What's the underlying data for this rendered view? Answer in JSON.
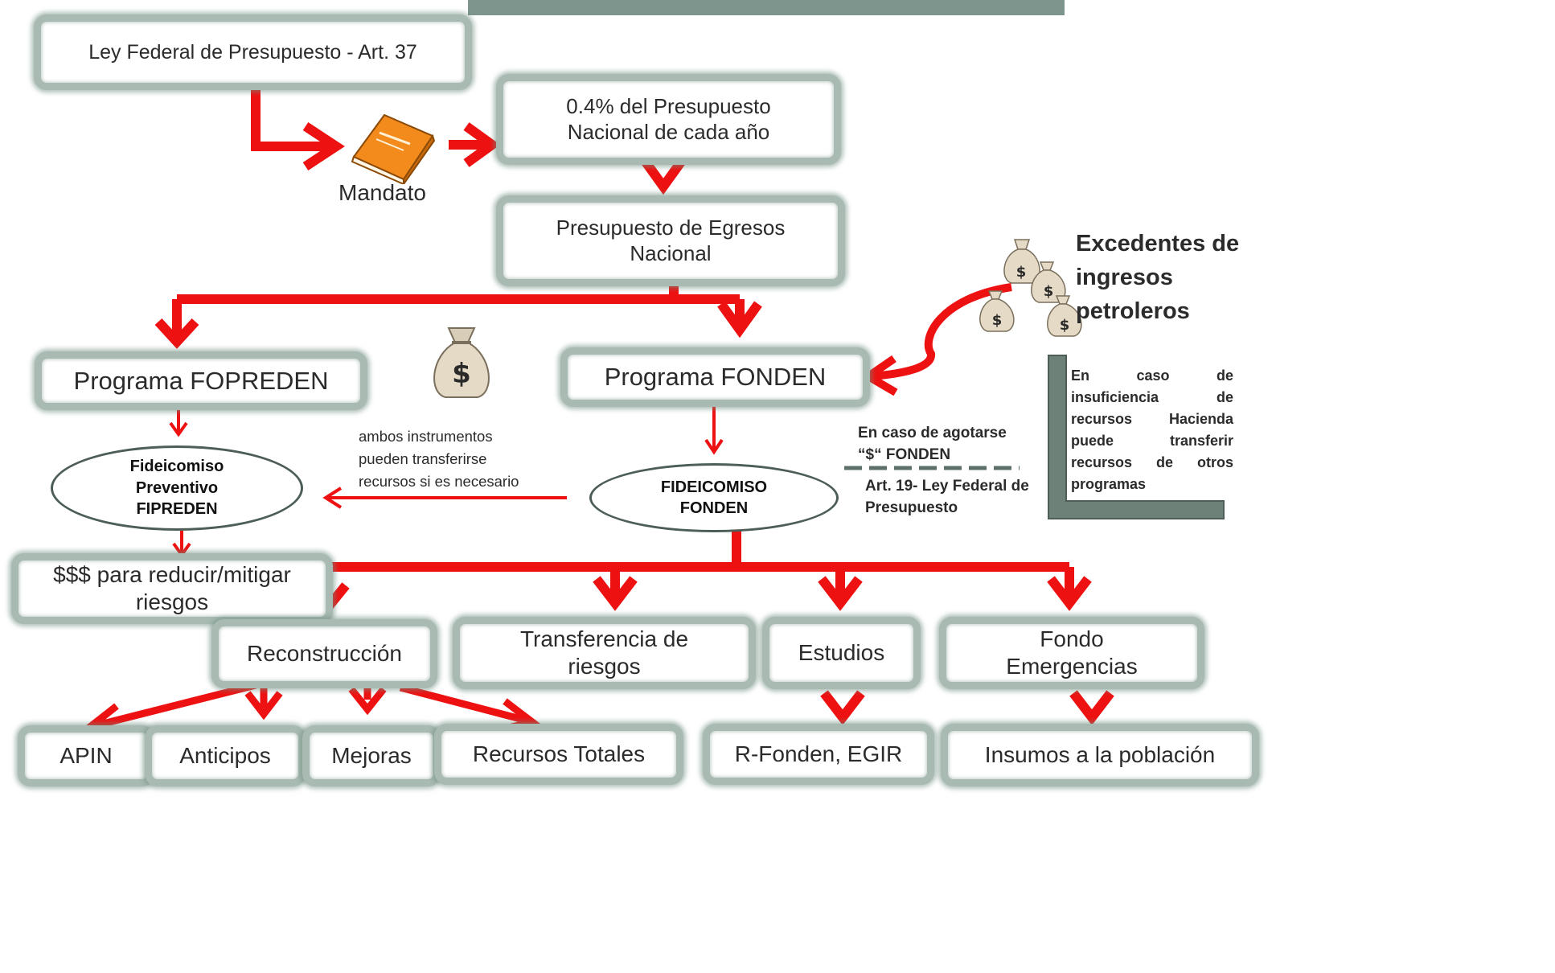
{
  "boxes": {
    "ley": "Ley Federal de Presupuesto - Art. 37",
    "porcentaje": "0.4% del Presupuesto Nacional de cada año",
    "egresos": "Presupuesto de Egresos Nacional",
    "fopreden": "Programa FOPREDEN",
    "fonden": "Programa FONDEN",
    "mitigar": "$$$ para reducir/mitigar riesgos",
    "reconstruccion": "Reconstrucción",
    "transferencia": "Transferencia de riesgos",
    "estudios": "Estudios",
    "emergencias": "Fondo Emergencias",
    "apin": "APIN",
    "anticipos": "Anticipos",
    "mejoras": "Mejoras",
    "recursos_totales": "Recursos Totales",
    "rfonden": "R-Fonden, EGIR",
    "insumos": "Insumos a la población"
  },
  "ellipses": {
    "fipreden": "Fideicomiso Preventivo FIPREDEN",
    "fideicomiso_fonden": "FIDEICOMISO FONDEN"
  },
  "labels": {
    "mandato": "Mandato",
    "ambos": "ambos instrumentos pueden transferirse recursos si es necesario",
    "agotarse": "En caso de agotarse “$“ FONDEN",
    "art19": "Art. 19- Ley Federal de Presupuesto",
    "excedentes": "Excedentes de ingresos petroleros",
    "insuficiencia": "En caso de insuficiencia de recursos Hacienda puede transferir recursos de otros programas"
  },
  "colors": {
    "arrow": "#ee1111",
    "box_border": "#a8bab1",
    "header_bar": "#7d958c",
    "book": "#f28a1c"
  },
  "icons": [
    "book-icon",
    "money-bag-icon"
  ]
}
